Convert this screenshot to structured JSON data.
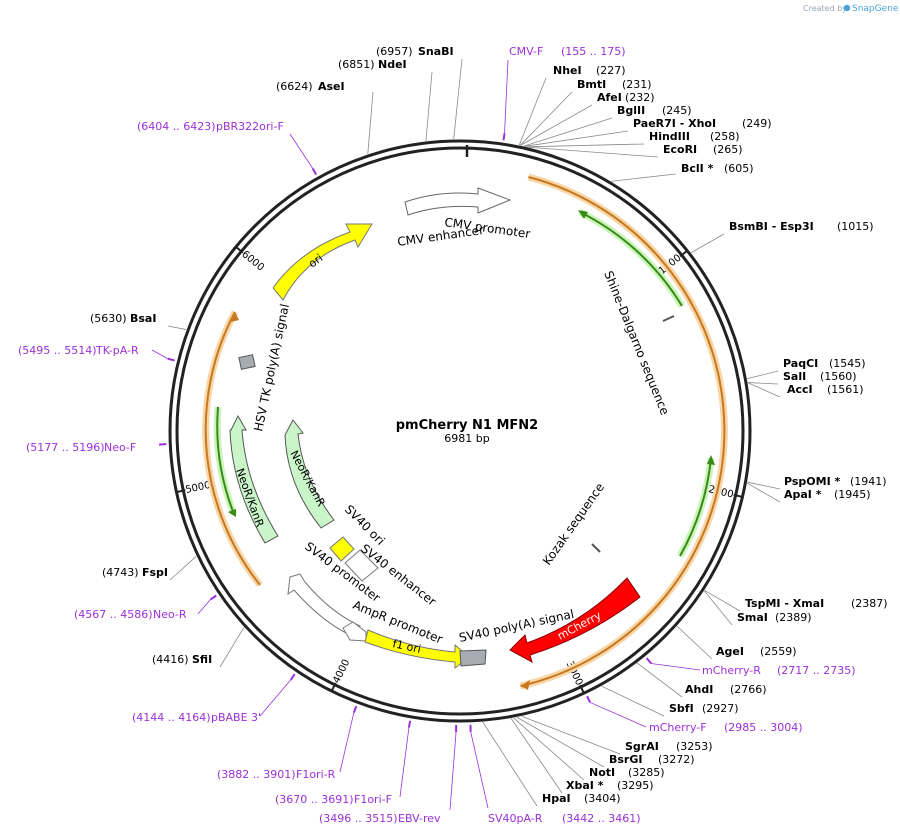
{
  "credit": {
    "created_by": "Created by",
    "brand": "SnapGene"
  },
  "plasmid": {
    "name": "pmCherry N1 MFN2",
    "length_label": "6981 bp",
    "length": 6981
  },
  "ticks": [
    {
      "label": "1000",
      "pos": 1000
    },
    {
      "label": "2000",
      "pos": 2000
    },
    {
      "label": "3000",
      "pos": 3000
    },
    {
      "label": "4000",
      "pos": 4000
    },
    {
      "label": "5000",
      "pos": 5000
    },
    {
      "label": "6000",
      "pos": 6000
    }
  ],
  "sites": [
    {
      "pos_label": "(6957)",
      "name": "SnaBI",
      "bp": 6957
    },
    {
      "pos_label": "(6851)",
      "name": "NdeI",
      "bp": 6851
    },
    {
      "pos_label": "(6624)",
      "name": "AseI",
      "bp": 6624
    },
    {
      "pos_label": "(227)",
      "name": "NheI",
      "bp": 227
    },
    {
      "pos_label": "(231)",
      "name": "BmtI",
      "bp": 231
    },
    {
      "pos_label": "(232)",
      "name": "AfeI",
      "bp": 232
    },
    {
      "pos_label": "(245)",
      "name": "BglII",
      "bp": 245
    },
    {
      "pos_label": "(249)",
      "name": "PaeR7I  - XhoI",
      "bp": 249
    },
    {
      "pos_label": "(258)",
      "name": "HindIII",
      "bp": 258
    },
    {
      "pos_label": "(265)",
      "name": "EcoRI",
      "bp": 265
    },
    {
      "pos_label": "(605)",
      "name": "BclI *",
      "bp": 605
    },
    {
      "pos_label": "(1015)",
      "name": "BsmBI  - Esp3I",
      "bp": 1015
    },
    {
      "pos_label": "(1545)",
      "name": "PaqCI",
      "bp": 1545
    },
    {
      "pos_label": "(1560)",
      "name": "SalI",
      "bp": 1560
    },
    {
      "pos_label": "(1561)",
      "name": "AccI",
      "bp": 1561
    },
    {
      "pos_label": "(1941)",
      "name": "PspOMI *",
      "bp": 1941
    },
    {
      "pos_label": "(1945)",
      "name": "ApaI *",
      "bp": 1945
    },
    {
      "pos_label": "(2387)",
      "name": "TspMI  - XmaI",
      "bp": 2387
    },
    {
      "pos_label": "(2389)",
      "name": "SmaI",
      "bp": 2389
    },
    {
      "pos_label": "(2559)",
      "name": "AgeI",
      "bp": 2559
    },
    {
      "pos_label": "(2766)",
      "name": "AhdI",
      "bp": 2766
    },
    {
      "pos_label": "(2927)",
      "name": "SbfI",
      "bp": 2927
    },
    {
      "pos_label": "(3253)",
      "name": "SgrAI",
      "bp": 3253
    },
    {
      "pos_label": "(3272)",
      "name": "BsrGI",
      "bp": 3272
    },
    {
      "pos_label": "(3285)",
      "name": "NotI",
      "bp": 3285
    },
    {
      "pos_label": "(3295)",
      "name": "XbaI *",
      "bp": 3295
    },
    {
      "pos_label": "(3404)",
      "name": "HpaI",
      "bp": 3404
    },
    {
      "pos_label": "(4416)",
      "name": "SfiI",
      "bp": 4416
    },
    {
      "pos_label": "(4743)",
      "name": "FspI",
      "bp": 4743
    },
    {
      "pos_label": "(5630)",
      "name": "BsaI",
      "bp": 5630
    }
  ],
  "primers": [
    {
      "name": "CMV-F",
      "range": "(155 .. 175)",
      "bp": 165
    },
    {
      "name": "pBR322ori-F",
      "range": "(6404 .. 6423)",
      "bp": 6413
    },
    {
      "name": "TK-pA-R",
      "range": "(5495 .. 5514)",
      "bp": 5505
    },
    {
      "name": "Neo-F",
      "range": "(5177 .. 5196)",
      "bp": 5186
    },
    {
      "name": "Neo-R",
      "range": "(4567 .. 4586)",
      "bp": 4576
    },
    {
      "name": "pBABE 3'",
      "range": "(4144 .. 4164)",
      "bp": 4154
    },
    {
      "name": "F1ori-R",
      "range": "(3882 .. 3901)",
      "bp": 3891
    },
    {
      "name": "F1ori-F",
      "range": "(3670 .. 3691)",
      "bp": 3680
    },
    {
      "name": "EBV-rev",
      "range": "(3496 .. 3515)",
      "bp": 3505
    },
    {
      "name": "SV40pA-R",
      "range": "(3442 .. 3461)",
      "bp": 3451
    },
    {
      "name": "mCherry-R",
      "range": "(2717 .. 2735)",
      "bp": 2726
    },
    {
      "name": "mCherry-F",
      "range": "(2985 .. 3004)",
      "bp": 3994
    }
  ],
  "features": {
    "cmv_promoter": "CMV promoter",
    "cmv_enhancer": "CMV enhancer",
    "ori": "ori",
    "hsv_tk": "HSV TK poly(A) signal",
    "shine_dalgarno": "Shine-Dalgarno sequence",
    "kozak": "Kozak sequence",
    "mcherry": "mCherry",
    "sv40_polya": "SV40 poly(A) signal",
    "f1_ori": "f1 ori",
    "ampr_promoter": "AmpR promoter",
    "sv40_promoter": "SV40 promoter",
    "sv40_ori": "SV40 ori",
    "sv40_enhancer": "SV40 enhancer",
    "neor_inner": "NeoR/KanR",
    "neor_outer": "NeoR/KanR"
  }
}
